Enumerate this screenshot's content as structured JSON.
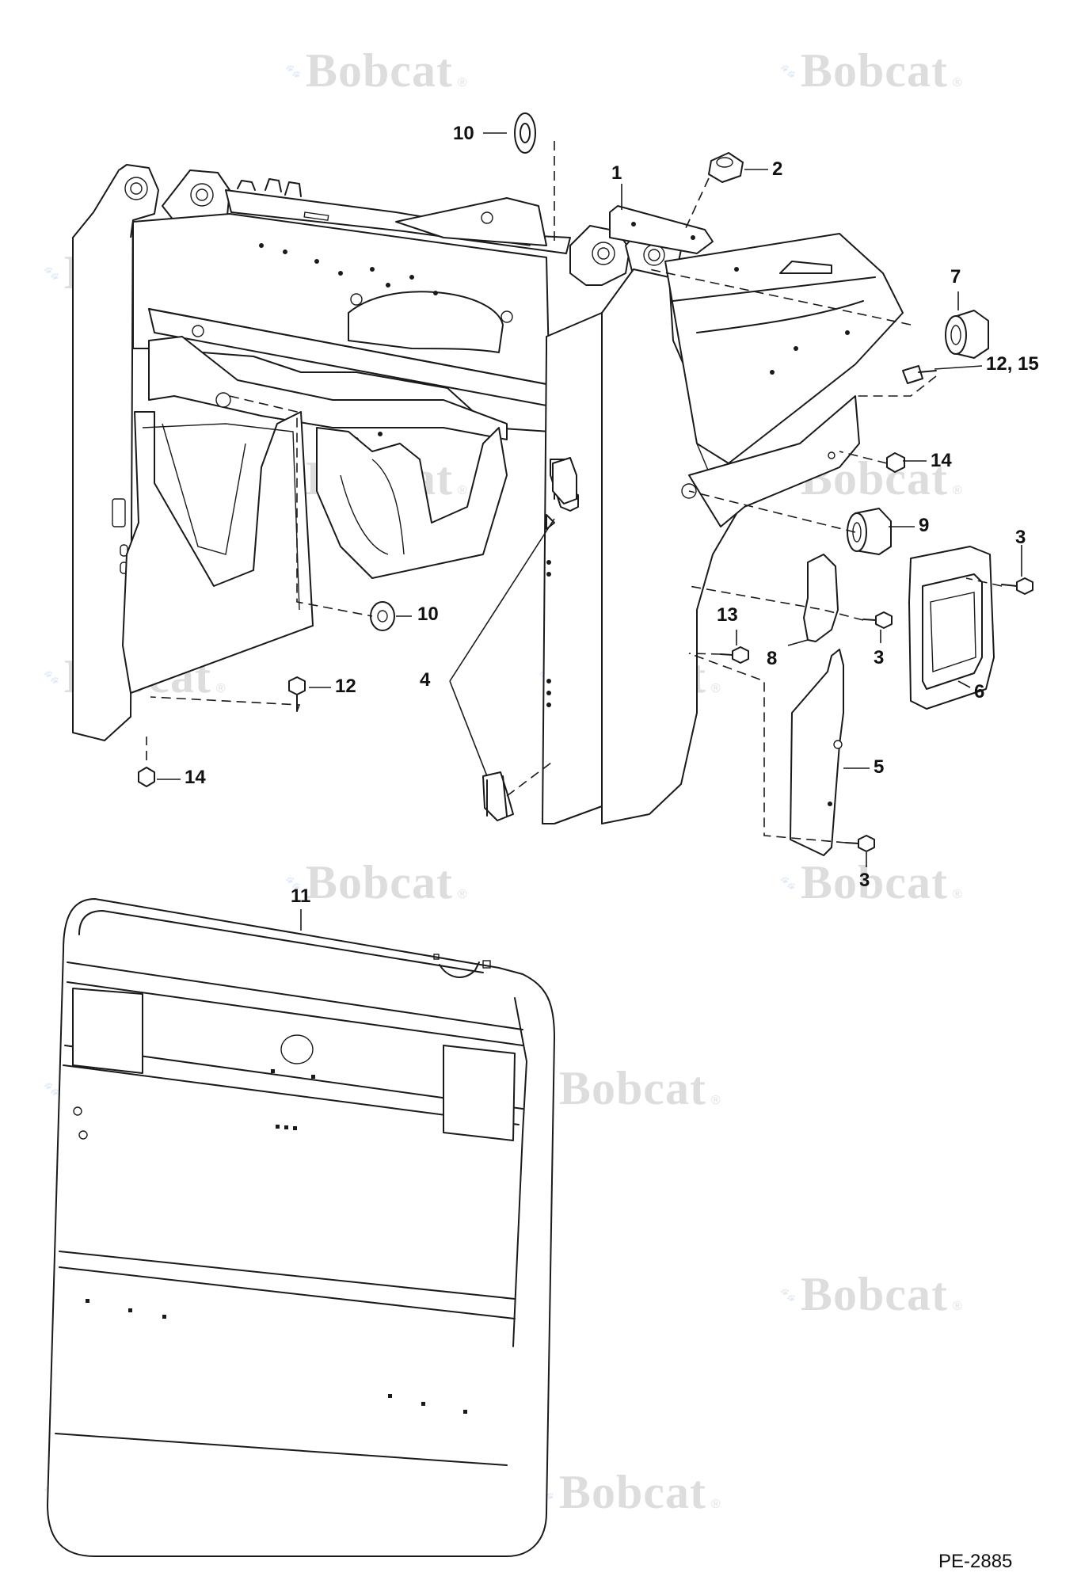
{
  "watermark": {
    "text": "Bobcat",
    "mark": "®",
    "logo_icon": "bobcat-head-logo-icon"
  },
  "callouts": [
    {
      "id": "c10a",
      "label": "10"
    },
    {
      "id": "c2",
      "label": "2"
    },
    {
      "id": "c1",
      "label": "1"
    },
    {
      "id": "c7",
      "label": "7"
    },
    {
      "id": "c12_15",
      "label": "12, 15"
    },
    {
      "id": "c14a",
      "label": "14"
    },
    {
      "id": "c9",
      "label": "9"
    },
    {
      "id": "c3a",
      "label": "3"
    },
    {
      "id": "c10b",
      "label": "10"
    },
    {
      "id": "c13",
      "label": "13"
    },
    {
      "id": "c3b",
      "label": "3"
    },
    {
      "id": "c8",
      "label": "8"
    },
    {
      "id": "c6",
      "label": "6"
    },
    {
      "id": "c12",
      "label": "12"
    },
    {
      "id": "c4",
      "label": "4"
    },
    {
      "id": "c5",
      "label": "5"
    },
    {
      "id": "c14b",
      "label": "14"
    },
    {
      "id": "c3c",
      "label": "3"
    },
    {
      "id": "c11",
      "label": "11"
    }
  ],
  "drawing_code": "PE-2885"
}
